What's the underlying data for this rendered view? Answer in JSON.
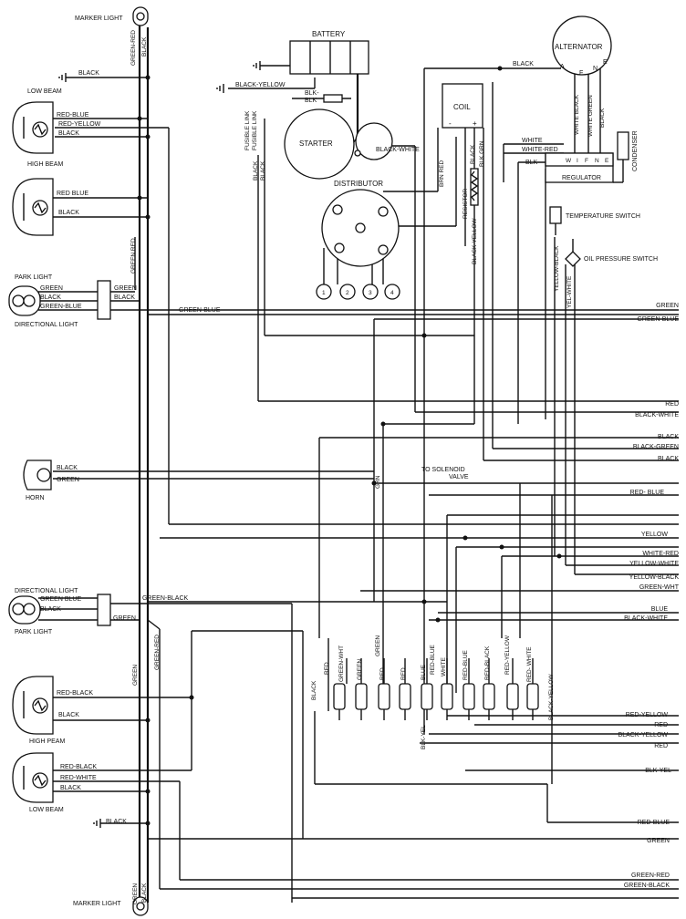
{
  "components": {
    "battery": "BATTERY",
    "alternator": "ALTERNATOR",
    "coil": "COIL",
    "starter": "STARTER",
    "distributor": "DISTRIBUTOR",
    "regulator": "REGULATOR",
    "condenser": "CONDENSER",
    "resistor": "RESISTOR",
    "temp_switch": "TEMPERATURE SWITCH",
    "oil_switch": "OIL PRESSURE SWITCH",
    "horn": "HORN",
    "marker_top": "MARKER LIGHT",
    "marker_bottom": "MARKER LIGHT",
    "low_beam_top": "LOW BEAM",
    "high_beam_top": "HIGH BEAM",
    "high_beam_bottom": "HIGH PEAM",
    "low_beam_bottom": "LOW BEAM",
    "park_top": "PARK LIGHT",
    "dir_top": "DIRECTIONAL LIGHT",
    "dir_bottom": "DIRECTIONAL LIGHT",
    "park_bottom": "PARK LIGHT",
    "solenoid_1": "TO SOLENOID",
    "solenoid_2": "VALVE",
    "fusible_1": "FUSIBLE LINK",
    "fusible_2": "FUSIBLE LINK"
  },
  "terminals": {
    "alt_a": "A",
    "alt_f": "F",
    "alt_n": "N",
    "alt_e": "E",
    "coil_minus": "-",
    "coil_plus": "+",
    "reg_w": "W",
    "reg_i": "I",
    "reg_f": "F",
    "reg_n": "N",
    "reg_e": "E",
    "dist": [
      "1",
      "2",
      "3",
      "4"
    ]
  },
  "wires_right": [
    "GREEN",
    "GREEN-BLUE",
    "RED",
    "BLACK-WHITE",
    "BLACK",
    "BLACK-GREEN",
    "BLACK",
    "RED- BLUE",
    "YELLOW",
    "WHITE-RED",
    "YELLOW-WHITE",
    "YELLOW-BLACK",
    "GREEN-WHT",
    "BLUE",
    "BLACK-WHITE",
    "RED-YELLOW",
    "RED",
    "BLACK-YELLOW",
    "RED",
    "BLK-YEL",
    "RED-BLUE",
    "GREEN",
    "GREEN-RED",
    "GREEN-BLACK"
  ],
  "wire_labels": {
    "marker_gr": "GREEN-RED",
    "marker_bk": "BLACK",
    "black_top": "BLACK",
    "hl_red_blue": "RED-BLUE",
    "hl_red_yellow": "RED-YELLOW",
    "hl_black": "BLACK",
    "hb_red_blue": "RED BLUE",
    "hb_black": "BLACK",
    "green_red_v": "GREEN RED",
    "park_green": "GREEN",
    "park_black": "BLACK",
    "park_green_blue": "GREEN-BLUE",
    "park_green2": "GREEN",
    "park_black2": "BLACK",
    "green_blue_mid": "GREEN-BLUE",
    "black_yellow": "BLACK-YELLOW",
    "blk": "BLK-",
    "blk2": "BLK",
    "black_white_st": "BLACK-WHITE",
    "black_v1": "BLACK",
    "black_v2": "BLACK",
    "brn_red": "BRN RED",
    "black_coil": "BLACK",
    "blk_grn": "BLK GRN",
    "black_yellow_v": "BLACK-YELLOW",
    "black_alt": "BLACK",
    "white_black": "WHITE BLACK",
    "white_green": "WHITE GREEN",
    "black_reg": "BLACK",
    "white": "WHITE",
    "white_red": "WHITE-RED",
    "blk_reg": "BLK",
    "yellow_black_v": "YELLOW-BLACK",
    "yel_white_v": "YEL-WHITE",
    "horn_black": "BLACK",
    "horn_green": "GREEN",
    "grn": "GRN",
    "dl_green_blue": "GREEN BLUE",
    "dl_black": "BLACK",
    "dl_green": "GREEN",
    "green_black": "GREEN-BLACK",
    "green_v": "GREEN",
    "green_red_b": "GREEN-RED",
    "green_b": "GREEN",
    "bl_red_black": "RED-BLACK",
    "bl_black": "BLACK",
    "bl_red_black2": "RED-BLACK",
    "bl_red_white": "RED-WHITE",
    "bl_black2": "BLACK",
    "black_bottom": "BLACK",
    "mb_green": "GREEN",
    "mb_black": "BLACK",
    "conn_black": "BLACK",
    "conn_red": "RED",
    "conn_green_wht": "GREEN-WHT",
    "conn_green": "GREEN",
    "conn_red2": "RED",
    "conn_blue": "BLUE",
    "conn_red_blue": "RED-BLUE",
    "conn_white": "WHITE",
    "conn_red_blue2": "RED-BLUE",
    "conn_red_black": "RED-BLACK",
    "conn_red_yellow": "RED-YELLOW",
    "conn_red_white": "RED- WHITE",
    "conn_black_yellow": "BLACK-YELLOW",
    "conn_blk_yel": "BLK-YEL",
    "conn_green_top": "GREEN"
  }
}
